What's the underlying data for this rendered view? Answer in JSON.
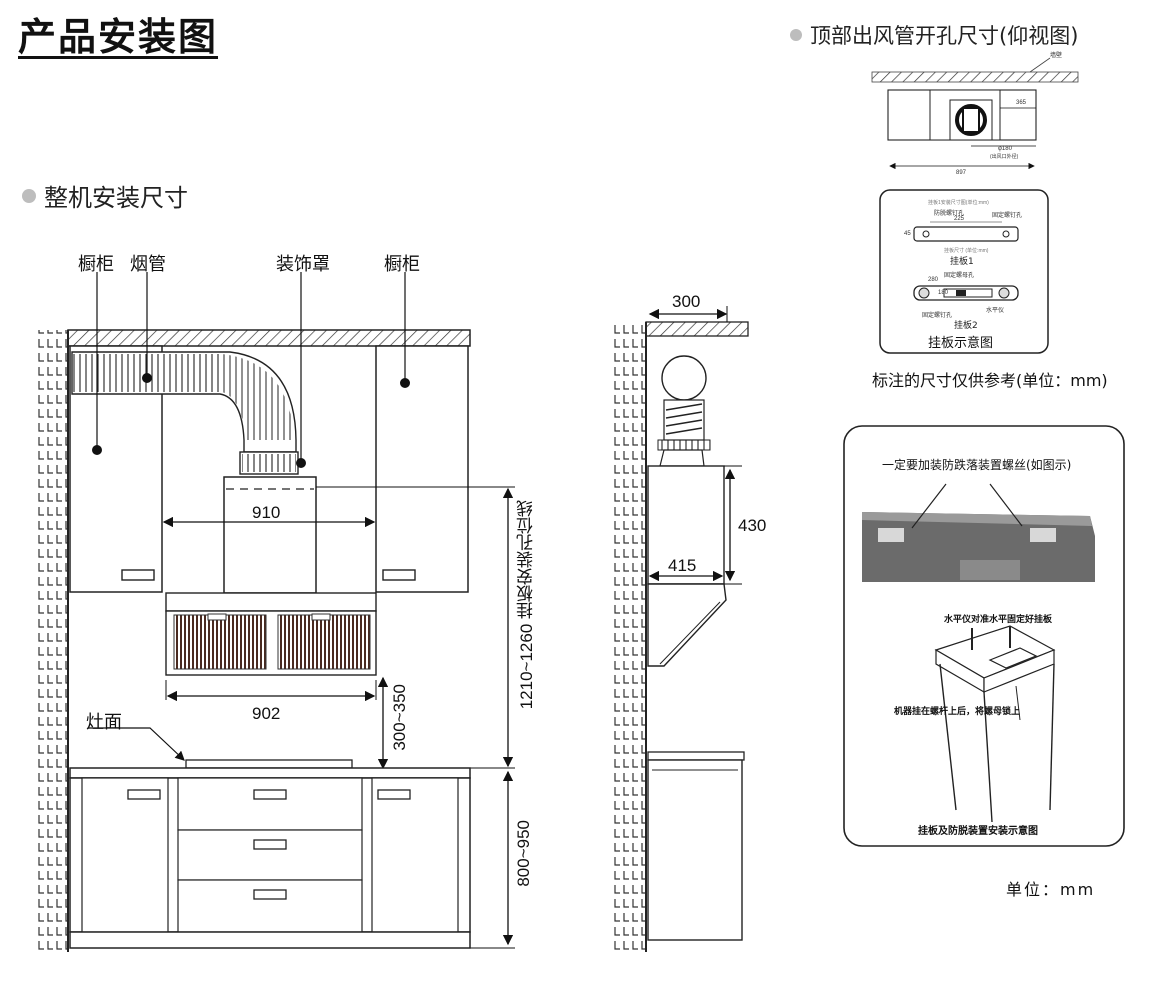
{
  "title": "产品安装图",
  "sections": {
    "whole_install": "整机安装尺寸",
    "top_vent": "顶部出风管开孔尺寸(仰视图)"
  },
  "front_view": {
    "labels": {
      "cabinet_left": "橱柜",
      "flue": "烟管",
      "cover": "装饰罩",
      "cabinet_right": "橱柜",
      "stove": "灶面"
    },
    "dims": {
      "cabinet_gap": "910",
      "hood_width": "902",
      "hood_height": "300~350",
      "bracket_line": "1210~1260 挂板安装孔位线",
      "counter_height": "800~950"
    }
  },
  "side_view": {
    "dims": {
      "depth_top": "300",
      "hood_height": "430",
      "hood_depth": "415"
    }
  },
  "top_view": {
    "wall": "墙壁",
    "dim_365": "365",
    "dim_180": "φ180",
    "dim_180_note": "(出风口外径)",
    "dim_897": "897"
  },
  "bracket_box": {
    "header1": "挂板1安装尺寸图(单位:mm)",
    "holes1": "防脱螺钉孔",
    "fix_hole": "固定螺钉孔",
    "dim_225": "225",
    "dim_45": "45",
    "sub_header": "挂板尺寸 (单位:mm)",
    "plate1": "挂板1",
    "nut_hole": "固定螺母孔",
    "dim_280": "280",
    "dim_180": "180",
    "fix_screw": "固定螺钉孔",
    "level": "水平仪",
    "plate2": "挂板2",
    "caption": "挂板示意图"
  },
  "note_reference": "标注的尺寸仅供参考(单位：mm)",
  "anti_fall_box": {
    "top_note": "一定要加装防跌落装置螺丝(如图示)",
    "level_note": "水平仪对准水平固定好挂板",
    "hang_note": "机器挂在螺杆上后，将螺母锁上",
    "caption": "挂板及防脱装置安装示意图"
  },
  "unit_note": "单位：mm"
}
